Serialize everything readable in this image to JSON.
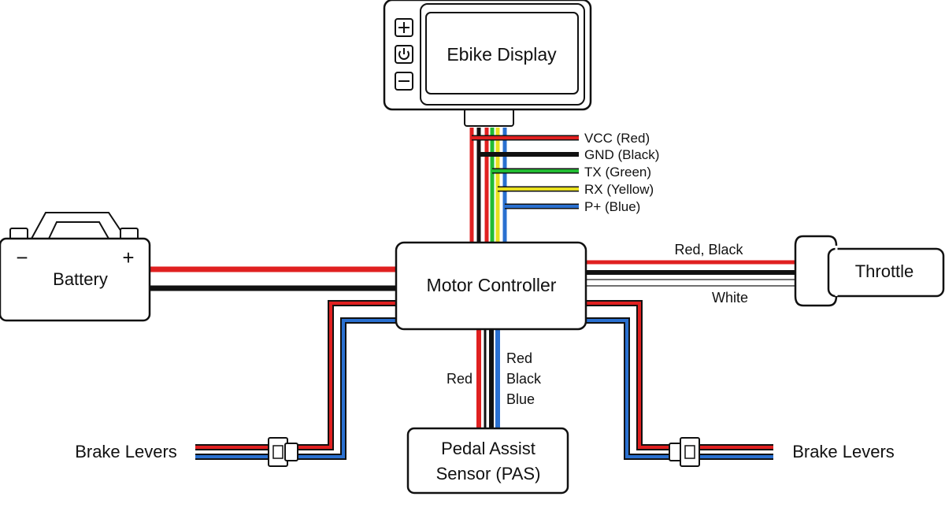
{
  "display": {
    "title": "Ebike Display",
    "buttons": [
      {
        "icon": "plus-icon",
        "glyph": "+"
      },
      {
        "icon": "power-icon",
        "glyph": "⏻"
      },
      {
        "icon": "minus-icon",
        "glyph": "−"
      }
    ]
  },
  "display_wires": [
    {
      "label": "VCC (Red)",
      "color": "#e02020"
    },
    {
      "label": "GND (Black)",
      "color": "#111111"
    },
    {
      "label": "TX (Green)",
      "color": "#22bb33"
    },
    {
      "label": "RX (Yellow)",
      "color": "#e8e020"
    },
    {
      "label": "P+ (Blue)",
      "color": "#2a70d0"
    }
  ],
  "battery": {
    "label": "Battery",
    "minus": "−",
    "plus": "+"
  },
  "controller": {
    "label": "Motor Controller"
  },
  "throttle": {
    "label": "Throttle",
    "wire_top_label": "Red, Black",
    "wire_bottom_label": "White"
  },
  "pas": {
    "label_line1": "Pedal Assist",
    "label_line2": "Sensor (PAS)",
    "left_label": "Red",
    "right_labels": [
      "Red",
      "Black",
      "Blue"
    ]
  },
  "brake_left": {
    "label": "Brake Levers"
  },
  "brake_right": {
    "label": "Brake Levers"
  },
  "colors": {
    "red": "#e02020",
    "black": "#111111",
    "green": "#22bb33",
    "yellow": "#e8e020",
    "blue": "#2a70d0",
    "white": "#ffffff"
  }
}
